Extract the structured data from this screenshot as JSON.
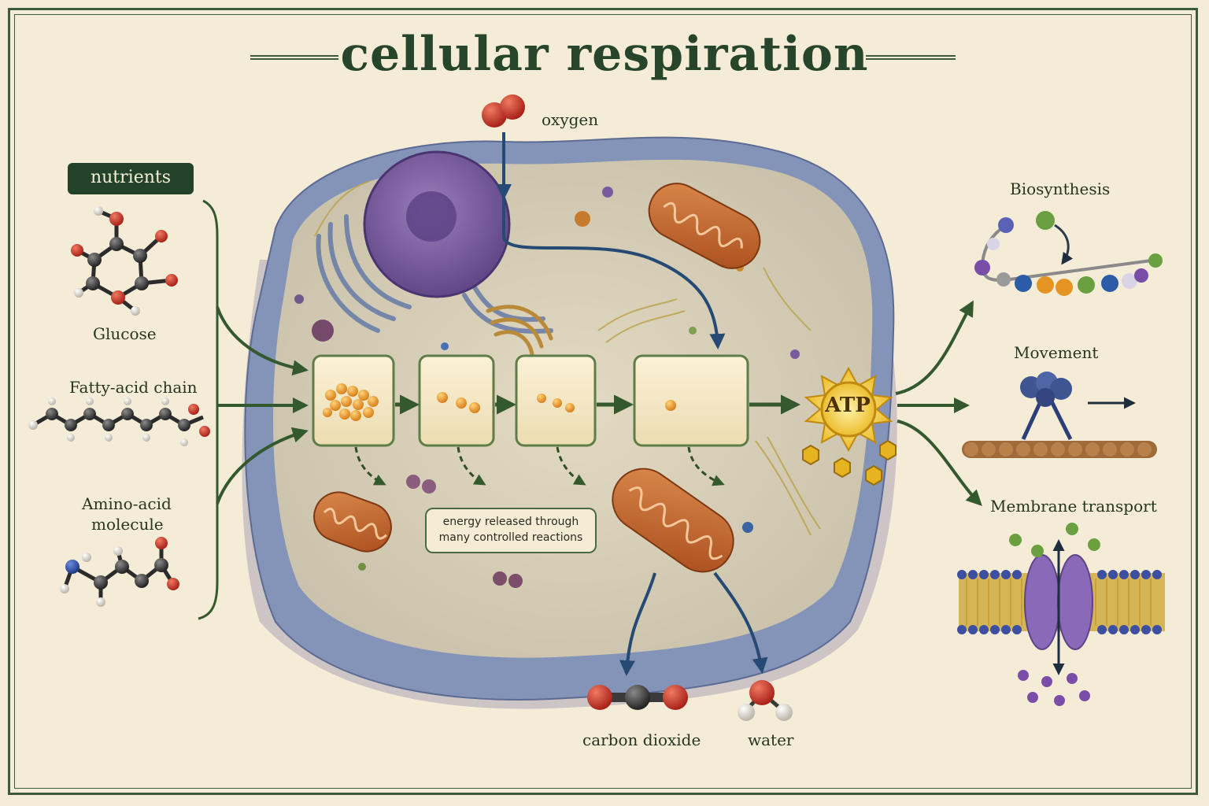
{
  "title": "cellular respiration",
  "inputs": {
    "badge": "nutrients",
    "items": [
      {
        "label": "Glucose"
      },
      {
        "label": "Fatty-acid chain"
      },
      {
        "label_line1": "Amino-acid",
        "label_line2": "molecule"
      }
    ]
  },
  "oxygen_label": "oxygen",
  "steps_note": {
    "line1": "energy released through",
    "line2": "many controlled reactions"
  },
  "atp_label": "ATP",
  "outputs": [
    {
      "label": "carbon dioxide"
    },
    {
      "label": "water"
    }
  ],
  "uses": [
    {
      "label": "Biosynthesis"
    },
    {
      "label": "Movement"
    },
    {
      "label": "Membrane transport"
    }
  ],
  "colors": {
    "frame": "#3d5a3a",
    "title": "#27452a",
    "badge_bg": "#23422a",
    "flow_arrow": "#35592f",
    "gas_arrow": "#264a74",
    "oxygen_atom": "#c62f22",
    "carbon_atom": "#3a3a3a",
    "hydrogen_atom": "#e7e2d6",
    "nitrogen_atom": "#2c4fa0",
    "nutrient_particle": "#e79b22",
    "atp_star": "#f2c322",
    "mitochondrion": "#c3642b",
    "nucleus": "#7a5a9e",
    "cytoplasm": "#dcd3bb",
    "membrane": "#7d8db5"
  },
  "icons": [
    "oxygen-molecule-icon",
    "glucose-molecule-icon",
    "fatty-acid-molecule-icon",
    "amino-acid-molecule-icon",
    "carbon-dioxide-molecule-icon",
    "water-molecule-icon",
    "atp-star-icon",
    "protein-chain-icon",
    "motor-protein-icon",
    "membrane-channel-icon"
  ]
}
